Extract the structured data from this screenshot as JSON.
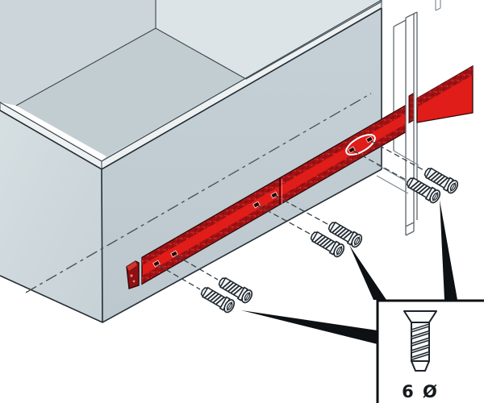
{
  "diagram": {
    "type": "furniture-assembly-illustration",
    "subject": "bottom-mount drawer slide rail fastened with screws to drawer and cabinet",
    "inset": {
      "label": "6 Ø",
      "meaning": "screw diameter 6 mm",
      "part": "euro-screw"
    },
    "counts": {
      "mounting_screws": 6,
      "screw_pairs": 3,
      "callout_lines": 3
    },
    "colors": {
      "rail_red": "#e01d19",
      "rail_dark_red": "#a21114",
      "drawer_gray": "#c3ced4",
      "drawer_light_gray": "#cfd9dd",
      "interior_light": "#dde4e7",
      "rim_white": "#eef1f1",
      "outline": "#242d34",
      "callout_black": "#0e1114",
      "background": "#ffffff"
    },
    "parts": [
      "drawer-box",
      "drawer-slide-rail",
      "cabinet-front-panel",
      "mounting-screw",
      "screw-detail-inset"
    ]
  }
}
